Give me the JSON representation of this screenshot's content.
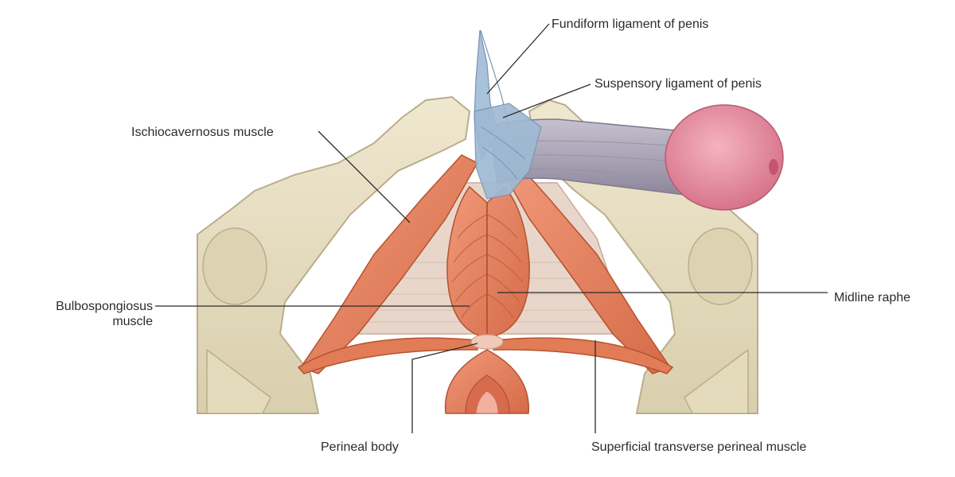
{
  "labels": {
    "fundiform": "Fundiform ligament of penis",
    "suspensory": "Suspensory ligament of penis",
    "ischiocavernosus": "Ischiocavernosus muscle",
    "bulbospongiosus_line1": "Bulbospongiosus",
    "bulbospongiosus_line2": "muscle",
    "midline_raphe": "Midline raphe",
    "perineal_body": "Perineal body",
    "superficial_transverse": "Superficial transverse perineal muscle"
  },
  "colors": {
    "bone": "#e8dfc2",
    "bone_shade": "#cfc4a0",
    "muscle": "#e8835f",
    "muscle_dark": "#c8603f",
    "membrane": "#e6d3c8",
    "ligament": "#9fb9d4",
    "shaft": "#a8a2b4",
    "glans": "#e58a9e",
    "leader_line": "#2b2b2b"
  }
}
